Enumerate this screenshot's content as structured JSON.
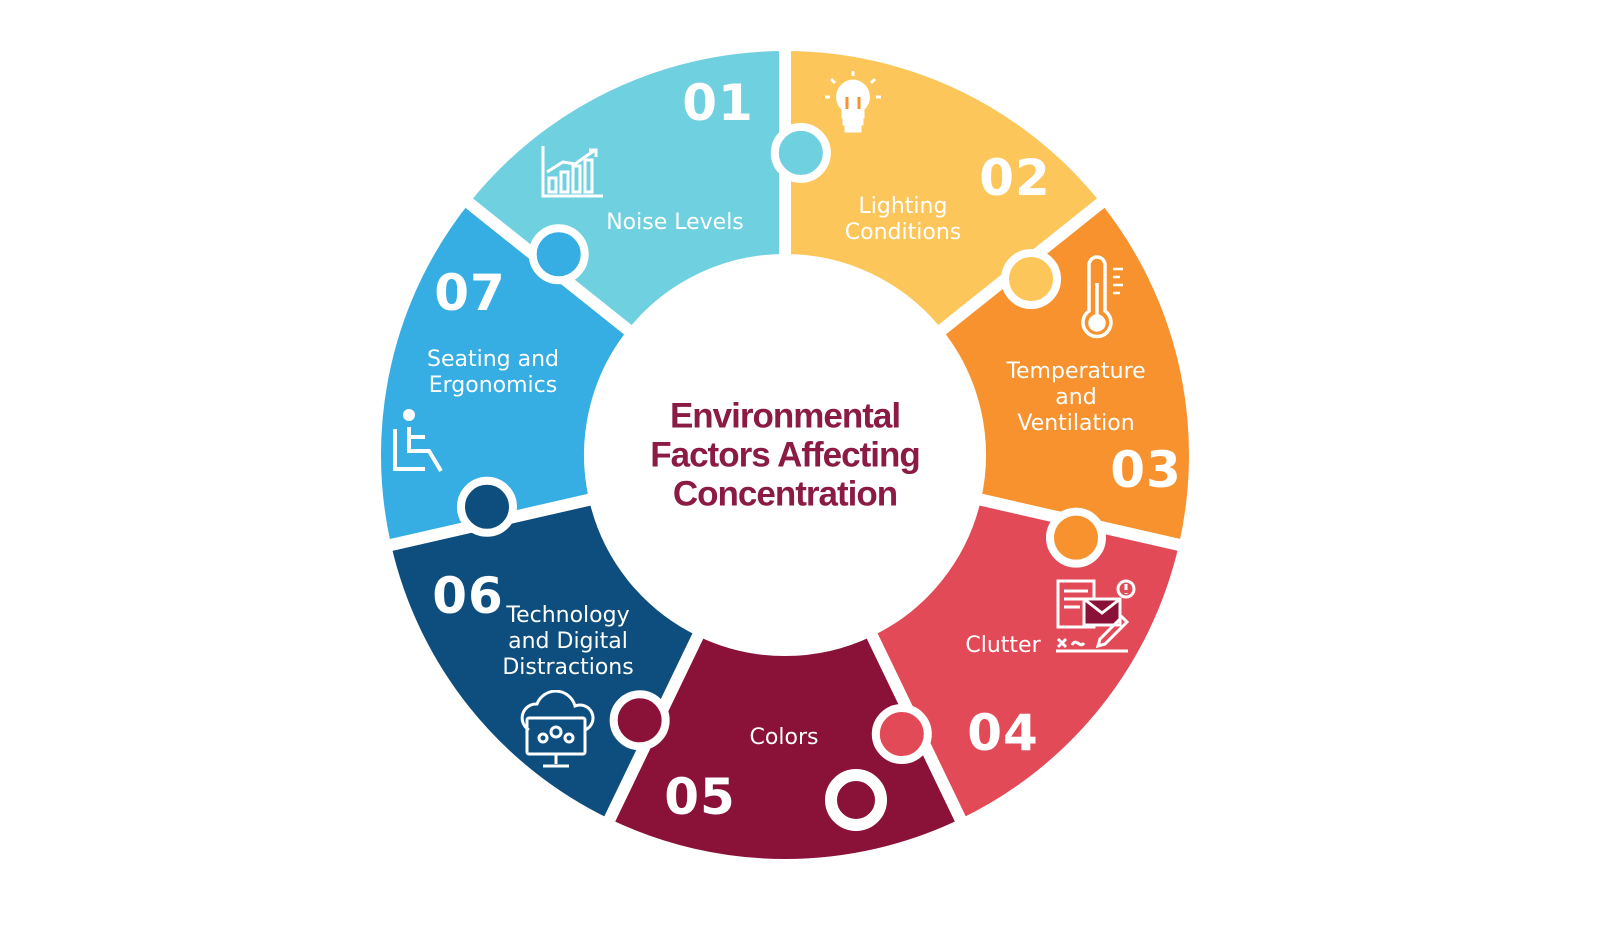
{
  "title": {
    "lines": [
      "Environmental",
      "Factors Affecting",
      "Concentration"
    ],
    "color": "#8B1A45"
  },
  "segments": [
    {
      "number": "01",
      "label": [
        "Noise Levels"
      ],
      "icon": "bar-chart-icon",
      "color": "#FDC65A"
    },
    {
      "number": "02",
      "label": [
        "Lighting",
        "Conditions"
      ],
      "icon": "lightbulb-icon",
      "color": "#F7922E"
    },
    {
      "number": "03",
      "label": [
        "Temperature",
        "and",
        "Ventilation"
      ],
      "icon": "thermometer-icon",
      "color": "#E24A57"
    },
    {
      "number": "04",
      "label": [
        "Clutter"
      ],
      "icon": "cluttered-documents-icon",
      "color": "#8A1238"
    },
    {
      "number": "05",
      "label": [
        "Colors"
      ],
      "icon": "color-ring-icon",
      "color": "#0E4E7E"
    },
    {
      "number": "06",
      "label": [
        "Technology",
        "and Digital",
        "Distractions"
      ],
      "icon": "monitor-cloud-icon",
      "color": "#36ADE3"
    },
    {
      "number": "07",
      "label": [
        "Seating and",
        "Ergonomics"
      ],
      "icon": "seated-person-icon",
      "color": "#6FD0E0"
    }
  ]
}
